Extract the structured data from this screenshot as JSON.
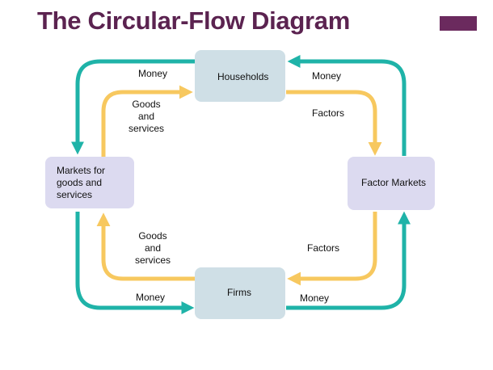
{
  "title": "The Circular-Flow Diagram",
  "colors": {
    "title": "#5b2350",
    "accent_bar": "#6b2a5e",
    "money_flow": "#1fb3a8",
    "goods_factor_flow": "#f7c85f",
    "node_blue": "#cfdfe6",
    "node_lavender": "#dcdaf0"
  },
  "nodes": {
    "households": "Households",
    "firms": "Firms",
    "markets_goods": "Markets for goods and services",
    "factor_markets": "Factor Markets"
  },
  "flow_labels": {
    "money_top_left": "Money",
    "money_top_right": "Money",
    "money_bottom_left": "Money",
    "money_bottom_right": "Money",
    "goods_top": "Goods and services",
    "goods_bottom": "Goods and services",
    "factors_top": "Factors",
    "factors_bottom": "Factors"
  }
}
